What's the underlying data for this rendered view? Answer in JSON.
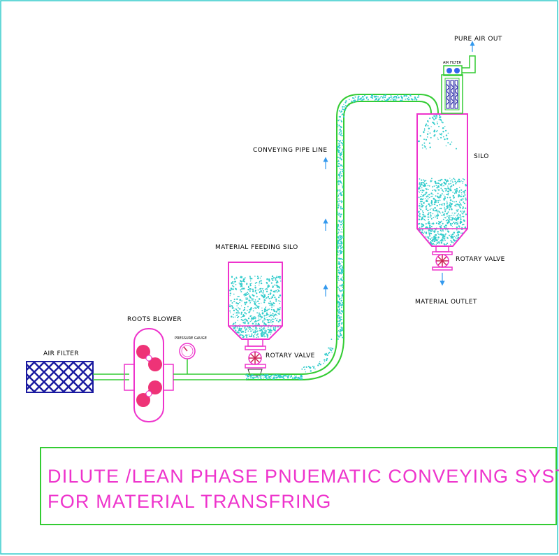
{
  "labels": {
    "air_filter": "AIR FILTER",
    "roots_blower": "ROOTS BLOWER",
    "pressure_gauge": "PRESSURE GAUGE",
    "material_feeding_silo": "MATERIAL FEEDING SILO",
    "rotary_valve_feed": "ROTARY VALVE",
    "conveying_pipe_line": "CONVEYING PIPE LINE",
    "pure_air_out": "PURE AIR OUT",
    "air_filter_top": "AIR FILTER",
    "silo": "SILO",
    "rotary_valve_silo": "ROTARY VALVE",
    "material_outlet": "MATERIAL OUTLET"
  },
  "title": {
    "line1": "DILUTE /LEAN PHASE PNUEMATIC CONVEYING SYSTEM",
    "line2": "FOR MATERIAL   TRANSFRING"
  },
  "colors": {
    "frame": "#33cccc",
    "pipe": "#33cc33",
    "vessel": "#ee33cc",
    "particles": "#33cccc",
    "filter": "#1a1aa0",
    "arrow": "#3399ee",
    "title_text": "#ee33cc",
    "title_box": "#33cc33"
  }
}
